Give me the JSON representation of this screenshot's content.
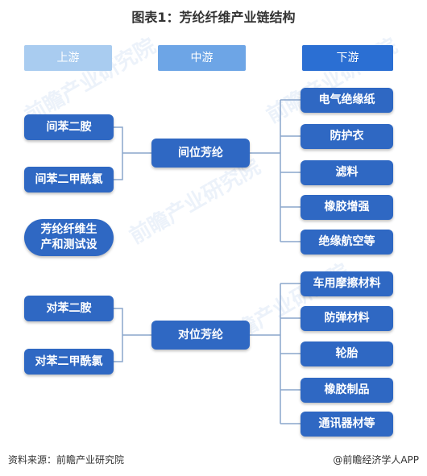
{
  "title": "图表1：芳纶纤维产业链结构",
  "headers": {
    "upstream": "上游",
    "midstream": "中游",
    "downstream": "下游"
  },
  "upstream": {
    "meta_1": "间苯二胺",
    "meta_2": "间苯二甲酰氯",
    "equipment": "芳纶纤维生产和测试设",
    "para_1": "对苯二胺",
    "para_2": "对苯二甲酰氯"
  },
  "midstream": {
    "meta": "间位芳纶",
    "para": "对位芳纶"
  },
  "downstream": {
    "meta_items": [
      "电气绝缘纸",
      "防护衣",
      "滤料",
      "橡胶增强",
      "绝缘航空等"
    ],
    "para_items": [
      "车用摩擦材料",
      "防弹材料",
      "轮胎",
      "橡胶制品",
      "通讯器材等"
    ]
  },
  "footer": {
    "source": "资料来源：前瞻产业研究院",
    "brand": "@前瞻经济学人APP"
  },
  "watermark": "前瞻产业研究院"
}
